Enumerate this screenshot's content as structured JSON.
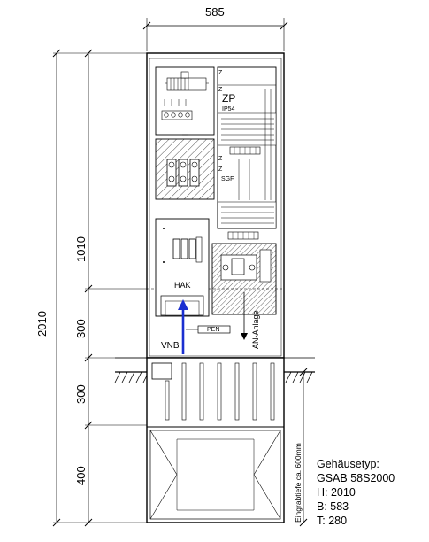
{
  "dimensions": {
    "width_top": "585",
    "total_height": "2010",
    "h_upper": "1010",
    "h_middle": "300",
    "h_ground": "300",
    "h_bottom": "400",
    "depth_note": "Eingrabtiefe ca. 600mm"
  },
  "labels": {
    "zp": "ZP",
    "ip54": "IP54",
    "z_marks": [
      "Z",
      "Z",
      "Z",
      "Z"
    ],
    "sgf": "SGF",
    "hak": "HAK",
    "pen": "PEN",
    "vnb": "VNB",
    "an_anlage": "AN-Anlage"
  },
  "housing": {
    "title": "Gehäusetyp:",
    "model": "GSAB 58S2000",
    "h": "H: 2010",
    "b": "B: 583",
    "t": "T: 280"
  }
}
